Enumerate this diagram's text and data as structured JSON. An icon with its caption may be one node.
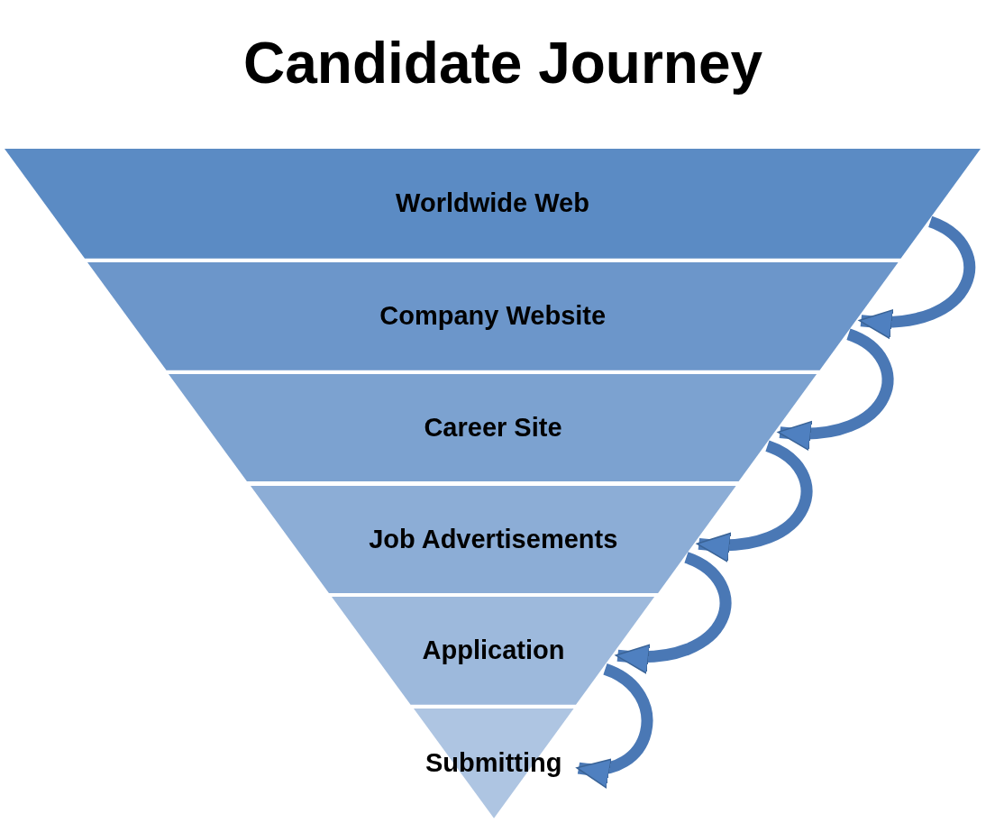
{
  "diagram": {
    "title": "Candidate Journey",
    "nodes": [
      {
        "text": [
          "Worldwide Web"
        ]
      },
      {
        "text": [
          "Company Website"
        ]
      },
      {
        "text": [
          "Career Site"
        ]
      },
      {
        "text": [
          "Job Advertisements"
        ]
      },
      {
        "text": [
          "Application"
        ]
      },
      {
        "text": [
          "Submitting"
        ]
      }
    ],
    "edges": [
      {
        "from": 0,
        "to": 1,
        "arrow": "to"
      },
      {
        "from": 1,
        "to": 2,
        "arrow": "to"
      },
      {
        "from": 2,
        "to": 3,
        "arrow": "to"
      },
      {
        "from": 3,
        "to": 4,
        "arrow": "to"
      },
      {
        "from": 4,
        "to": 5,
        "arrow": "to"
      }
    ]
  }
}
